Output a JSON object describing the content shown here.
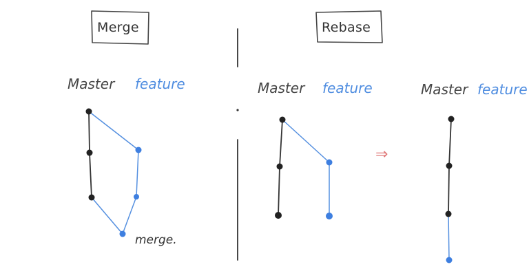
{
  "panels": {
    "merge": {
      "title": "Merge",
      "master_label": "Master",
      "feature_label": "feature",
      "merge_note": "merge."
    },
    "rebase": {
      "title": "Rebase",
      "master_label": "Master",
      "feature_label": "feature",
      "arrow_symbol": "⇒",
      "after_master_label": "Master",
      "after_feature_label": "feature"
    }
  },
  "colors": {
    "master": "#222222",
    "feature": "#3e7fe0",
    "arrow": "#e07a7a"
  }
}
